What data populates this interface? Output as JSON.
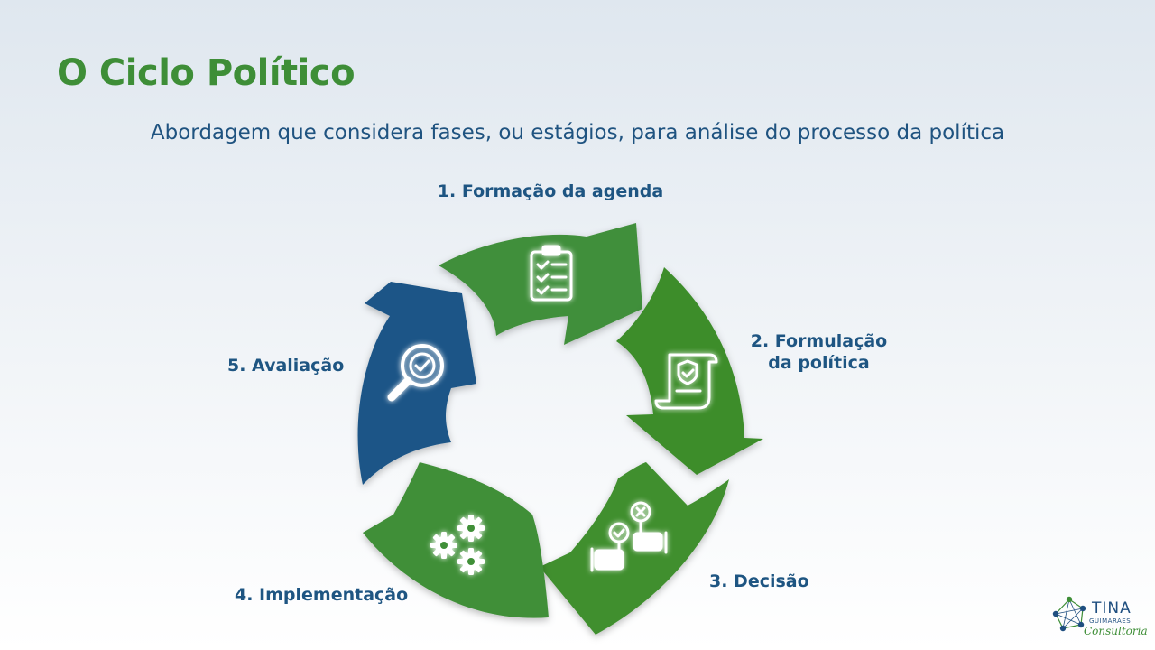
{
  "title": "O Ciclo Político",
  "subtitle": "Abordagem que considera fases, ou estágios, para análise do processo da política",
  "stages": [
    {
      "label": "1. Formação da agenda",
      "icon": "clipboard-checklist-icon",
      "color": "#3f8f3a"
    },
    {
      "label": "2. Formulação\nda política",
      "icon": "shield-document-icon",
      "color": "#3c8d2b"
    },
    {
      "label": "3. Decisão",
      "icon": "decision-hands-icon",
      "color": "#3f8f2e"
    },
    {
      "label": "4. Implementação",
      "icon": "gears-icon",
      "color": "#3f8f38"
    },
    {
      "label": "5. Avaliação",
      "icon": "magnifier-check-icon",
      "color": "#1a5587"
    }
  ],
  "logo": {
    "name": "TINA",
    "line1": "GUIMARÃES",
    "line2": "Consultoria"
  },
  "colors": {
    "title": "#3e8e37",
    "text": "#1e5582",
    "green": "#3f8f38",
    "blue": "#1a5587"
  }
}
